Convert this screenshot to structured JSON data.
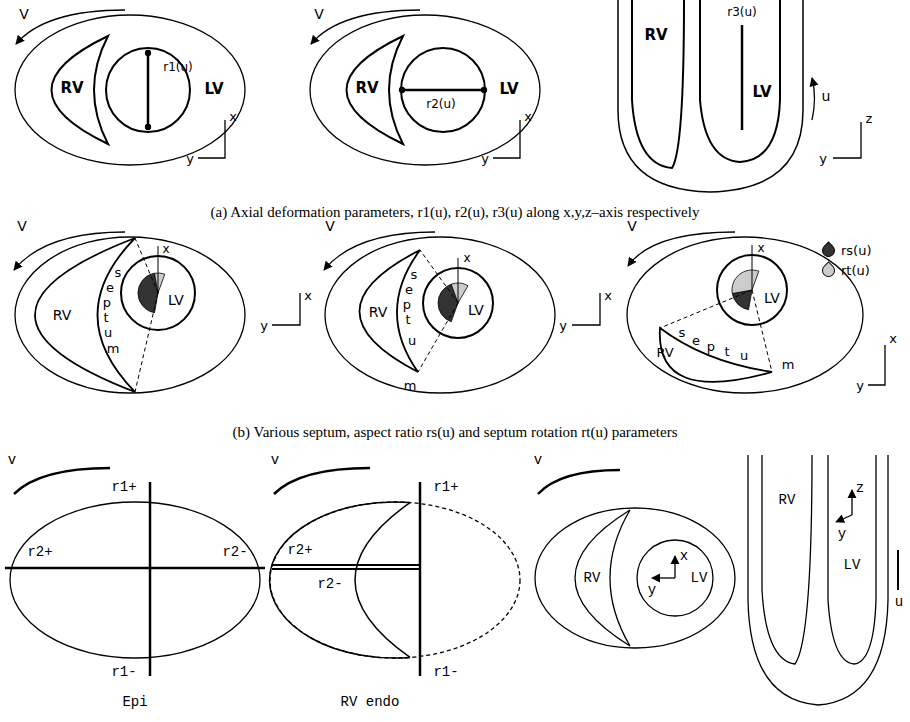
{
  "diagram": {
    "labels": [
      "V",
      "RV",
      "r1(u)",
      "LV",
      "x",
      "y",
      "V",
      "RV",
      "r2(u)",
      "LV",
      "x",
      "y",
      "RV",
      "r3(u)",
      "LV",
      "u",
      "z",
      "y",
      "(a) Axial deformation parameters, r1(u), r2(u), r3(u) along x,y,z–axis respectively",
      "V",
      "RV",
      "LV",
      "x",
      "s",
      "e",
      "p",
      "t",
      "u",
      "m",
      "x",
      "y",
      "V",
      "RV",
      "LV",
      "x",
      "s",
      "e",
      "p",
      "t",
      "u",
      "m",
      "x",
      "y",
      "V",
      "RV",
      "LV",
      "x",
      "s",
      "e",
      "p",
      "t",
      "u",
      "m",
      "x",
      "y",
      "(b) Various septum, aspect ratio rs(u) and septum rotation rt(u) parameters",
      "v",
      "r1+",
      "r2+",
      "r2-",
      "r1-",
      "Epi",
      "v",
      "r1+",
      "r2+",
      "r2-",
      "r1-",
      "RV endo",
      "v",
      "RV",
      "x",
      "LV",
      "y",
      "RV",
      "z",
      "LV",
      "y",
      "u"
    ],
    "legend": [
      {
        "text": "rs(u)",
        "color": "#333333"
      },
      {
        "text": "rt(u)",
        "color": "#cccccc"
      }
    ]
  }
}
